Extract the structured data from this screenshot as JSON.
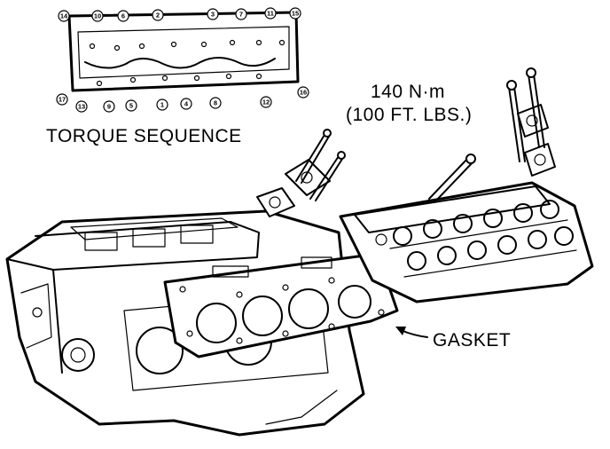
{
  "labels": {
    "torque_sequence": "TORQUE SEQUENCE",
    "torque_nm": "140 N·m",
    "torque_ftlbs": "(100 FT. LBS.)",
    "gasket": "GASKET"
  },
  "sequence_top": [
    "14",
    "10",
    "6",
    "2",
    "3",
    "7",
    "11",
    "15"
  ],
  "sequence_bottom": [
    "17",
    "13",
    "9",
    "5",
    "1",
    "4",
    "8",
    "12",
    "16"
  ]
}
